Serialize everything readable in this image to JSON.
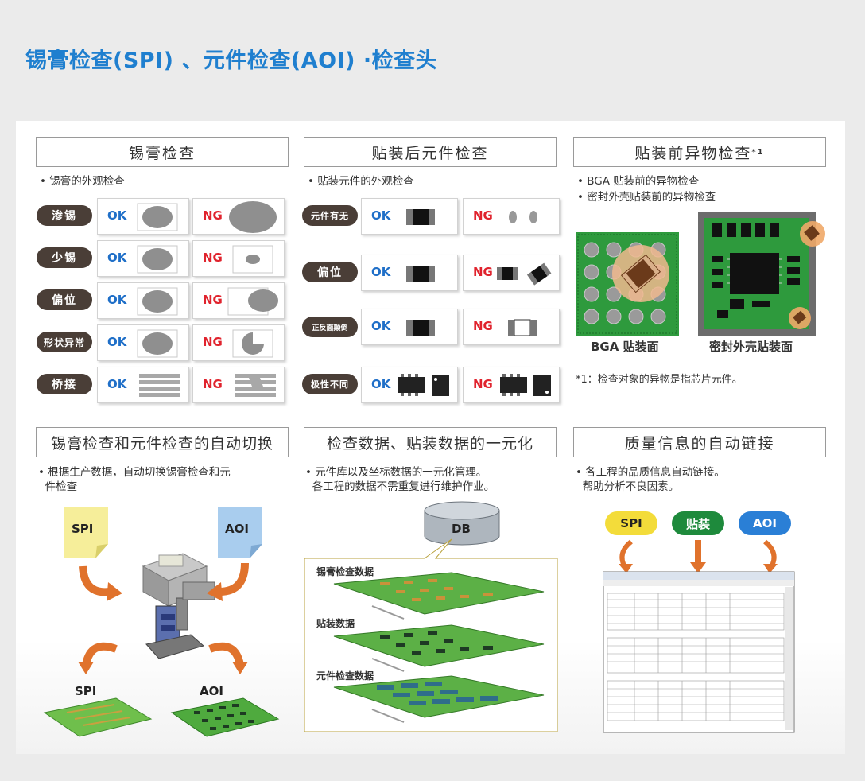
{
  "page_title": "锡膏检查(SPI) 、元件检查(AOI) ·检查头",
  "ok": "OK",
  "ng": "NG",
  "solder": {
    "title": "锡膏检查",
    "note": "• 锡膏的外观检查",
    "rows": [
      "渗锡",
      "少锡",
      "偏位",
      "形状异常",
      "桥接"
    ]
  },
  "component": {
    "title": "贴装后元件检查",
    "note": "• 贴装元件的外观检查",
    "rows": [
      "元件有无",
      "偏位",
      "正反面颠倒",
      "极性不同"
    ]
  },
  "foreign": {
    "title": "贴装前异物检查",
    "title_sup": "*1",
    "notes": [
      "• BGA  贴装前的异物检查",
      "• 密封外壳贴装前的异物检查"
    ],
    "caption_bga": "BGA 贴装面",
    "caption_seal": "密封外壳贴装面",
    "footnote": "*1：检查对象的异物是指芯片元件。"
  },
  "auto_switch": {
    "title": "锡膏检查和元件检查的自动切换",
    "note_lines": [
      "• 根据生产数据，自动切换锡膏检查和元",
      "  件检查"
    ],
    "doc_spi": "SPI",
    "doc_aoi": "AOI",
    "board_spi": "SPI",
    "board_aoi": "AOI"
  },
  "unify": {
    "title": "检查数据、贴装数据的一元化",
    "note_lines": [
      "• 元件库以及坐标数据的一元化管理。",
      "  各工程的数据不需重复进行维护作业。"
    ],
    "db": "DB",
    "layers": [
      "锡膏检查数据",
      "贴装数据",
      "元件检查数据"
    ]
  },
  "link": {
    "title": "质量信息的自动链接",
    "note_lines": [
      "• 各工程的品质信息自动链接。",
      "  帮助分析不良因素。"
    ],
    "badges": [
      "SPI",
      "贴装",
      "AOI"
    ],
    "colors": {
      "spi": "#f3dc3a",
      "mount": "#1e8a3c",
      "aoi": "#2a7fd6"
    }
  }
}
